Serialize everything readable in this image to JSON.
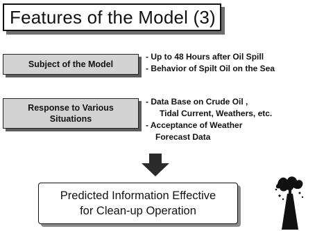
{
  "title": "Features of the Model (3)",
  "sections": [
    {
      "label_lines": [
        "Subject of the Model"
      ],
      "bullets": [
        "- Up to 48 Hours after Oil Spill",
        "- Behavior of Spilt Oil on the Sea"
      ]
    },
    {
      "label_lines": [
        "Response to Various",
        "Situations"
      ],
      "bullets": [
        "- Data Base on Crude Oil ,",
        "Tidal Current, Weathers, etc.",
        "- Acceptance of Weather",
        "Forecast Data"
      ]
    }
  ],
  "result_lines": [
    "Predicted Information Effective",
    "for Clean-up Operation"
  ],
  "icons": [
    "down-arrow-icon",
    "oil-gusher-icon"
  ]
}
